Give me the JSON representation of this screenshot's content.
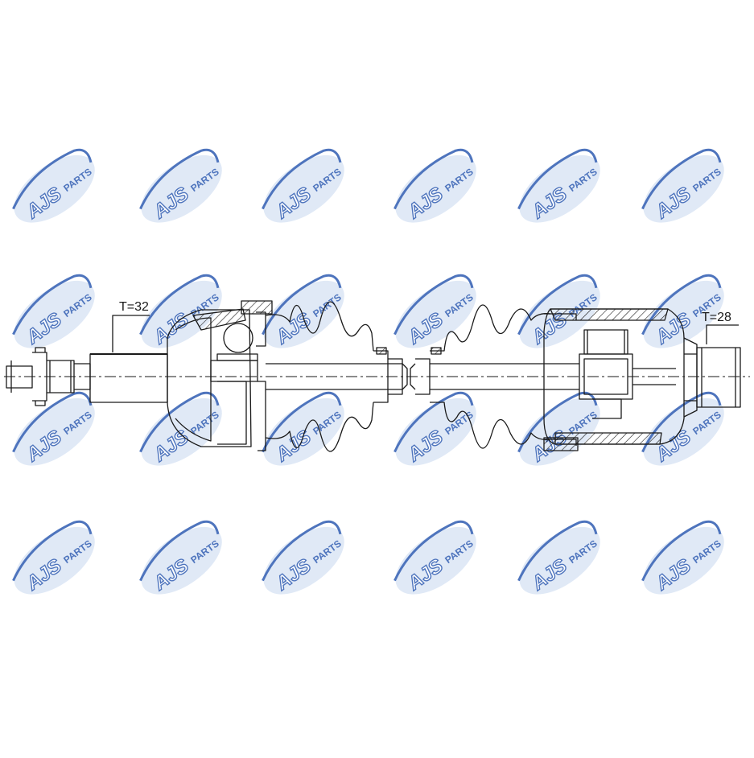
{
  "watermark": {
    "brand": "AJS",
    "suffix": "PARTS",
    "color": "#3b66b6"
  },
  "labels": {
    "left_spline": "T=32",
    "right_spline": "T=28"
  },
  "colors": {
    "line": "#1a1a1a",
    "background": "#ffffff"
  }
}
